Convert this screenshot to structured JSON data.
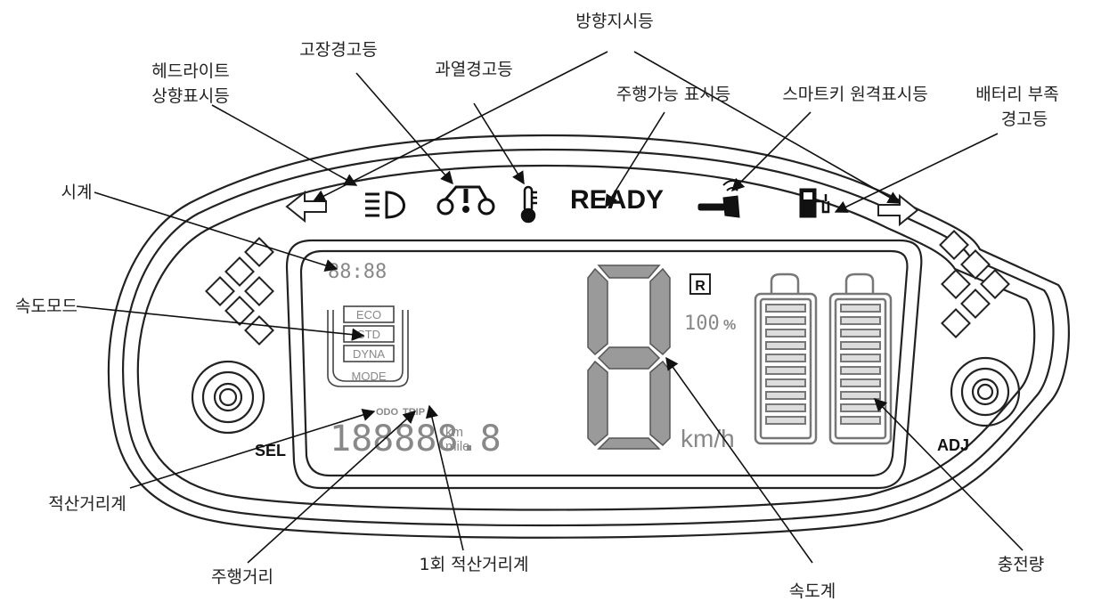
{
  "callouts": {
    "turn_signal": "방향지시등",
    "headlight_high_line1": "헤드라이트",
    "headlight_high_line2": "상향표시등",
    "fault_warning": "고장경고등",
    "overheat_warning": "과열경고등",
    "ready_indicator": "주행가능 표시등",
    "smart_key_indicator": "스마트키 원격표시등",
    "battery_warning_line1": "배터리 부족",
    "battery_warning_line2": "경고등",
    "clock": "시계",
    "speed_mode": "속도모드",
    "odometer": "적산거리계",
    "trip_distance": "주행거리",
    "trip_odometer": "1회 적산거리계",
    "speedometer": "속도계",
    "charge_level": "충전량"
  },
  "dashboard": {
    "ready_text": "READY",
    "clock_text": "88:88",
    "modes": [
      "ECO",
      "STD",
      "DYNA"
    ],
    "mode_label": "MODE",
    "odo_label": "ODO",
    "trip_label": "TRIP",
    "odo_digits": "188888.8",
    "unit_km": "km",
    "unit_mile": "mile",
    "speed_unit": "km/h",
    "reverse_label": "R",
    "percent_text": "100",
    "percent_sign": "%",
    "sel_label": "SEL",
    "adj_label": "ADJ"
  },
  "icons": [
    "left-arrow-icon",
    "headlight-high-beam-icon",
    "fault-warning-icon",
    "thermometer-icon",
    "smart-key-icon",
    "battery-charger-icon",
    "right-arrow-icon",
    "diamond-cluster-icon",
    "button-knob-icon"
  ]
}
